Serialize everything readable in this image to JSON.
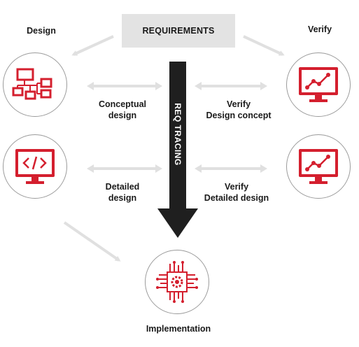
{
  "requirements": "REQUIREMENTS",
  "design": "Design",
  "verify": "Verify",
  "tracing": "REQ TRACING",
  "conceptual": [
    "Conceptual",
    "design"
  ],
  "verify_concept": [
    "Verify",
    "Design concept"
  ],
  "detailed": [
    "Detailed",
    "design"
  ],
  "verify_detailed": [
    "Verify",
    "Detailed design"
  ],
  "implementation": "Implementation",
  "colors": {
    "accent": "#d41f2e",
    "arrow_light": "#e0e0e0",
    "arrow_dark": "#1f1f1f",
    "box": "#e3e3e3"
  },
  "icons": [
    "design-diagram-icon",
    "monitor-chart-icon",
    "monitor-code-icon",
    "monitor-chart-icon",
    "chip-gear-icon"
  ]
}
